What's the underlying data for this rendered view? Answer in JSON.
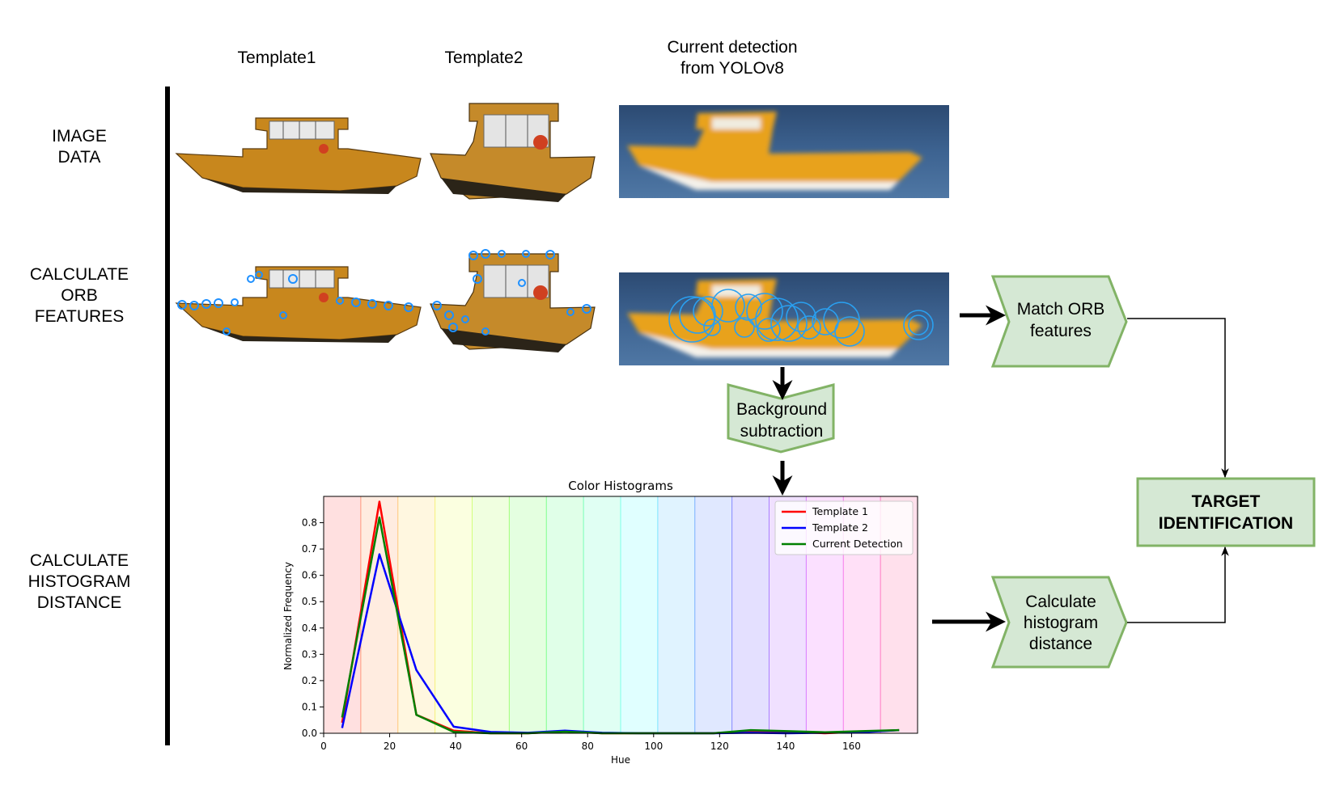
{
  "columns": {
    "template1": "Template1",
    "template2": "Template2",
    "current_line1": "Current detection",
    "current_line2": "from YOLOv8"
  },
  "rows": {
    "image_data": [
      "IMAGE",
      "DATA"
    ],
    "orb": [
      "CALCULATE",
      "ORB",
      "FEATURES"
    ],
    "hist": [
      "CALCULATE",
      "HISTOGRAM",
      "DISTANCE"
    ]
  },
  "nodes": {
    "background": [
      "Background",
      "subtraction"
    ],
    "match_orb": [
      "Match ORB",
      "features"
    ],
    "calc_hist": [
      "Calculate",
      "histogram",
      "distance"
    ],
    "target": [
      "TARGET",
      "IDENTIFICATION"
    ]
  },
  "colors": {
    "node_fill": "#d5e8d4",
    "node_stroke": "#82b366",
    "boat_hull": "#c8871d",
    "orb_keypoint": "#1e90ff",
    "water": "#3a5a80"
  },
  "chart_data": {
    "type": "line",
    "title": "Color Histograms",
    "xlabel": "Hue",
    "ylabel": "Normalized Frequency",
    "xlim": [
      0,
      180
    ],
    "ylim": [
      0,
      0.9
    ],
    "xticks": [
      0,
      20,
      40,
      60,
      80,
      100,
      120,
      140,
      160
    ],
    "yticks": [
      0.0,
      0.1,
      0.2,
      0.3,
      0.4,
      0.5,
      0.6,
      0.7,
      0.8
    ],
    "legend_position": "top-right",
    "grid": false,
    "hue_bands": 16,
    "x": [
      5.6,
      16.9,
      28.1,
      39.4,
      50.6,
      61.9,
      73.1,
      84.4,
      95.6,
      106.9,
      118.1,
      129.4,
      140.6,
      151.9,
      163.1,
      174.4
    ],
    "series": [
      {
        "name": "Template 1",
        "color": "#ff0000",
        "values": [
          0.04,
          0.88,
          0.07,
          0.01,
          0.0,
          0.0,
          0.008,
          0.0,
          0.0,
          0.0,
          0.0,
          0.008,
          0.006,
          0.0,
          0.006,
          0.012
        ]
      },
      {
        "name": "Template 2",
        "color": "#0000ff",
        "values": [
          0.02,
          0.68,
          0.24,
          0.025,
          0.005,
          0.002,
          0.01,
          0.002,
          0.0,
          0.0,
          0.0,
          0.002,
          0.0,
          0.002,
          0.004,
          0.012
        ]
      },
      {
        "name": "Current Detection",
        "color": "#008000",
        "values": [
          0.06,
          0.82,
          0.07,
          0.005,
          0.0,
          0.0,
          0.006,
          0.0,
          0.0,
          0.0,
          0.0,
          0.012,
          0.008,
          0.004,
          0.008,
          0.012
        ]
      }
    ]
  }
}
